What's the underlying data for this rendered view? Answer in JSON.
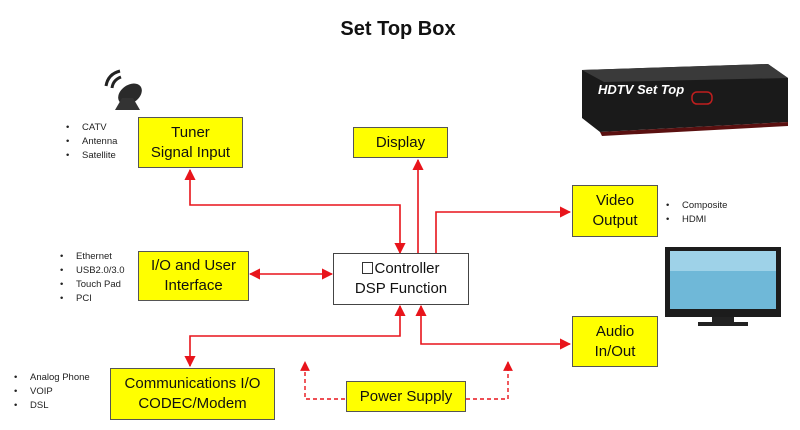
{
  "title": "Set Top Box",
  "colors": {
    "box_fill": "#ffff00",
    "arrow": "#e8141b",
    "controller_fill": "#ffffff"
  },
  "blocks": {
    "tuner": {
      "line1": "Tuner",
      "line2": "Signal Input"
    },
    "display": {
      "label": "Display"
    },
    "video": {
      "line1": "Video",
      "line2": "Output"
    },
    "io": {
      "line1": "I/O and User",
      "line2": "Interface"
    },
    "controller": {
      "line1": "Controller",
      "line2": "DSP Function"
    },
    "audio": {
      "line1": "Audio",
      "line2": "In/Out"
    },
    "comms": {
      "line1": "Communications I/O",
      "line2": "CODEC/Modem"
    },
    "power": {
      "label": "Power Supply"
    }
  },
  "lists": {
    "tuner": [
      "CATV",
      "Antenna",
      "Satellite"
    ],
    "io": [
      "Ethernet",
      "USB2.0/3.0",
      "Touch Pad",
      "PCI"
    ],
    "comms": [
      "Analog Phone",
      "VOIP",
      "DSL"
    ],
    "video": [
      "Composite",
      "HDMI"
    ]
  },
  "images": {
    "stb_label": "HDTV Set Top",
    "satellite_icon": "satellite-dish-icon",
    "tv_icon": "tv-monitor-icon",
    "stb_icon": "set-top-box-icon"
  }
}
